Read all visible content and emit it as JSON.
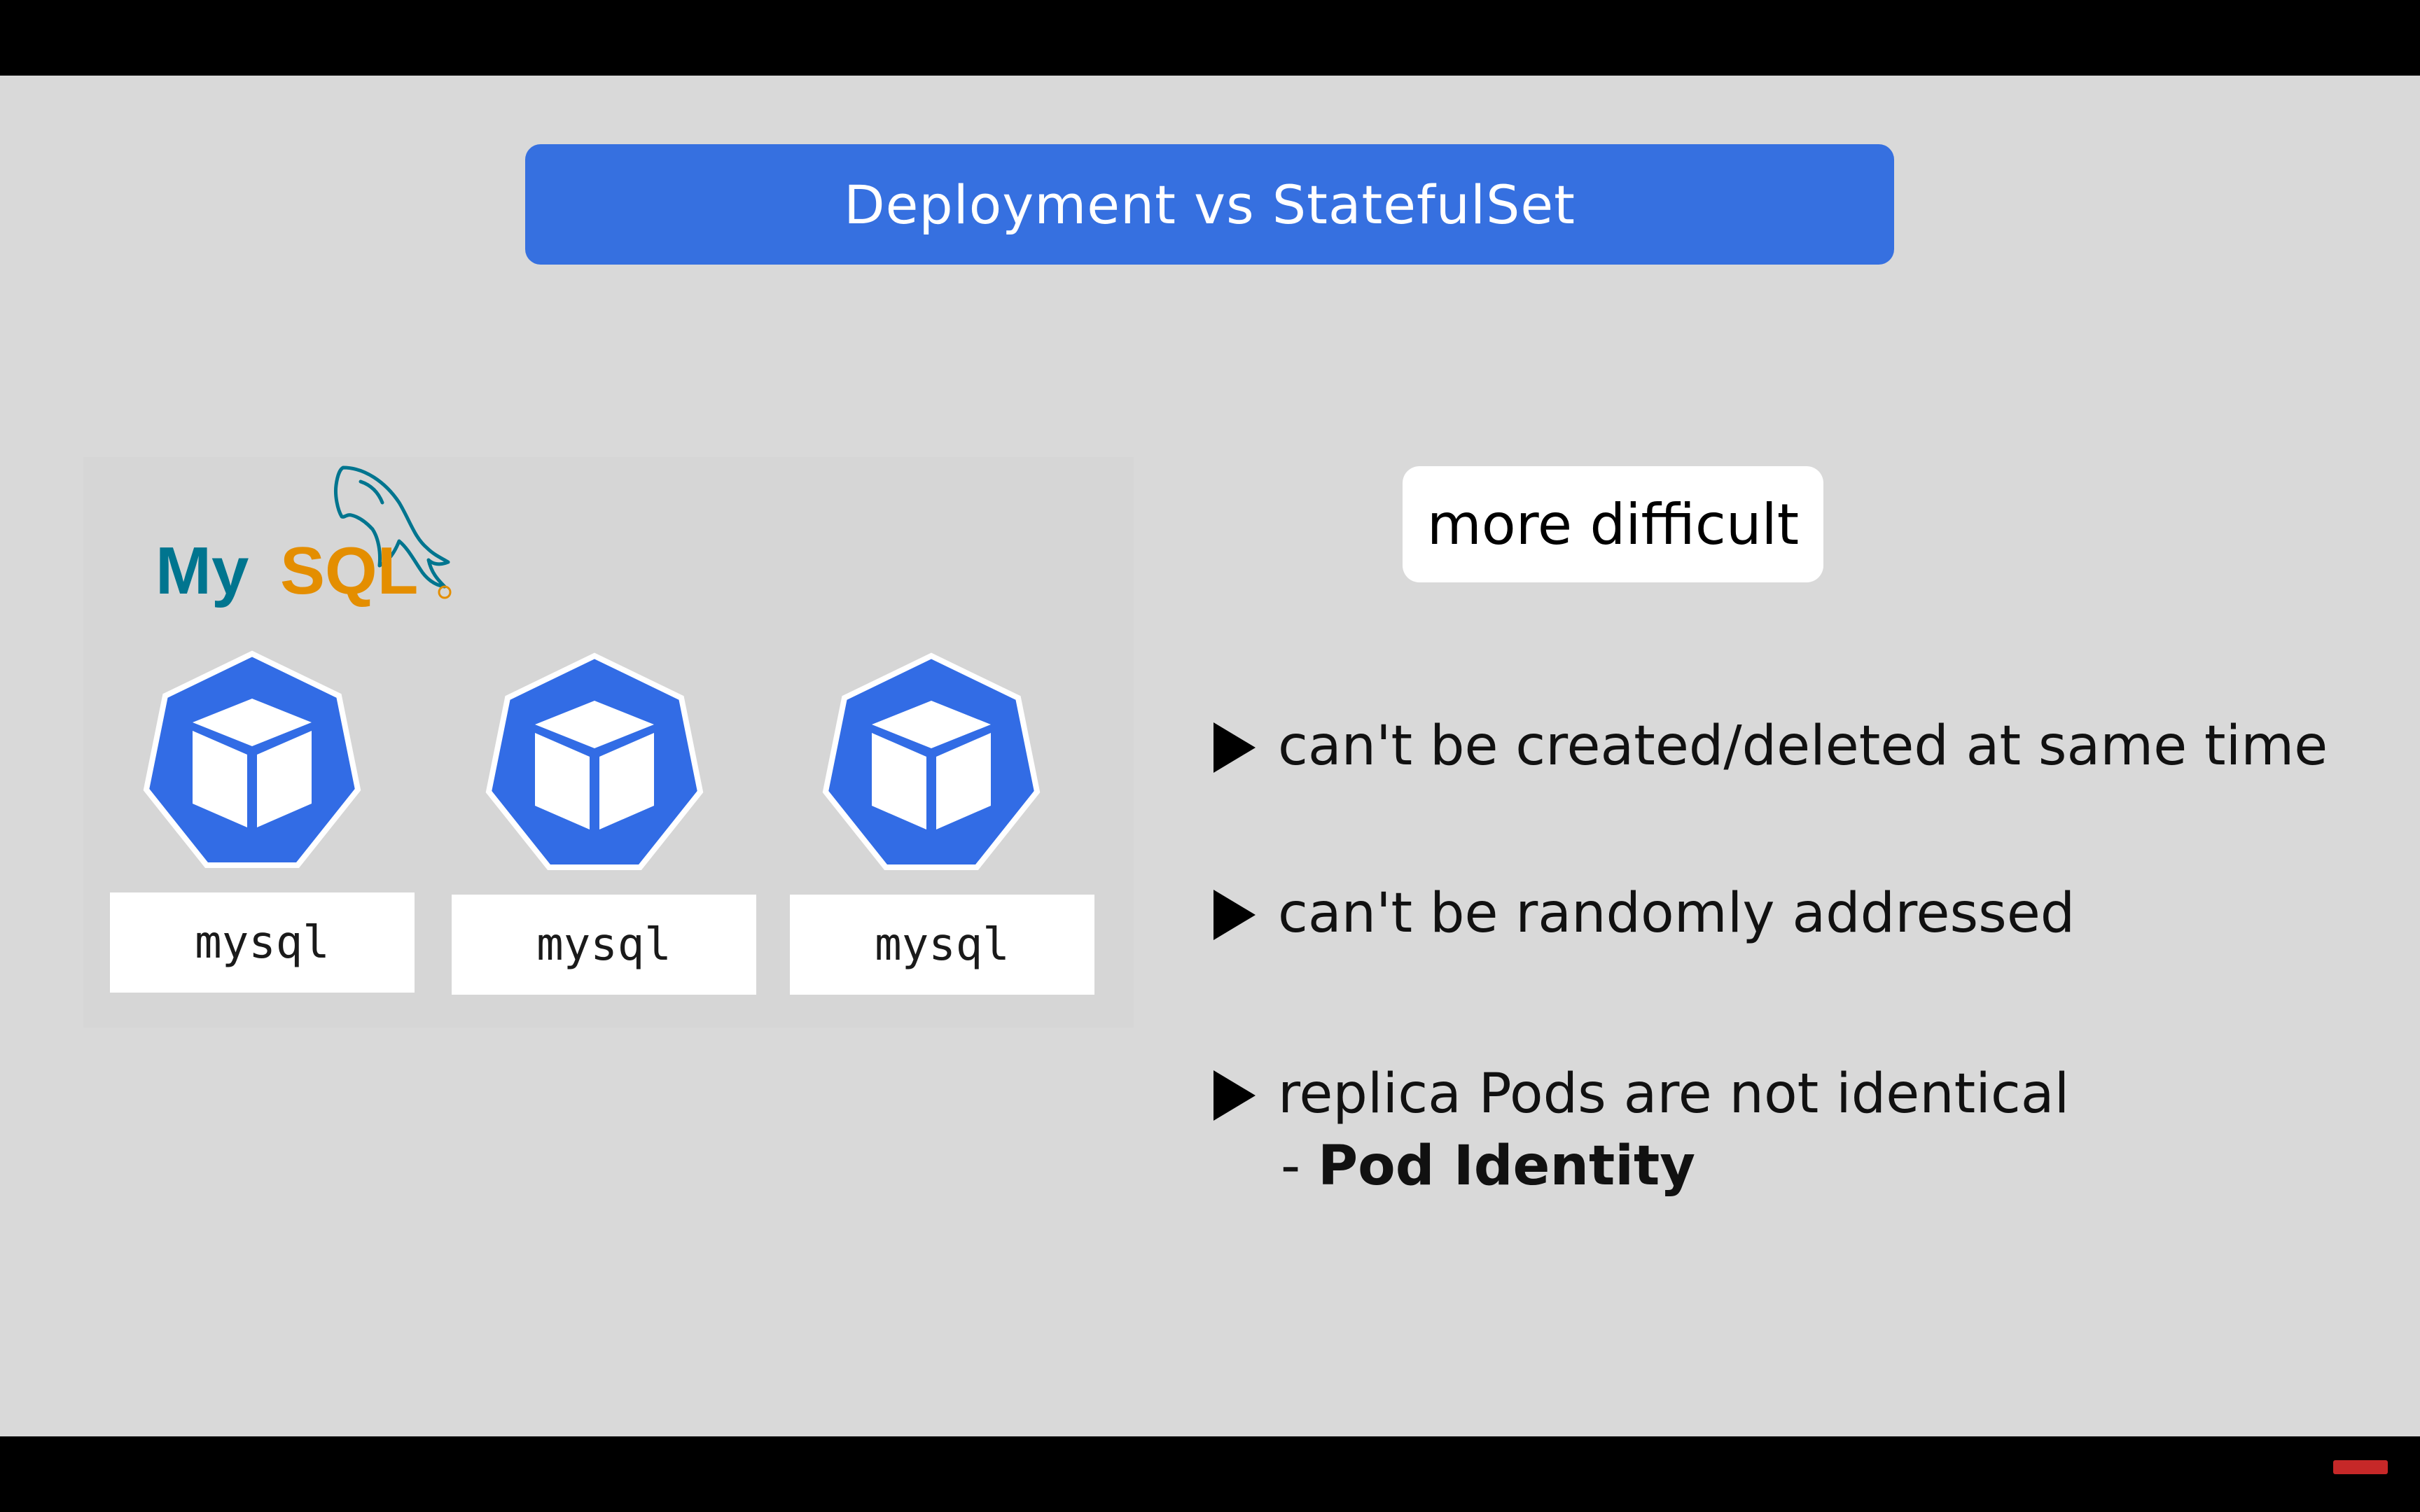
{
  "slide": {
    "title": "Deployment vs StatefulSet",
    "badge": "more difficult",
    "bullets": [
      "can't be created/deleted at same time",
      "can't be randomly addressed",
      "replica Pods are not identical"
    ],
    "sub_prefix": "- ",
    "sub_bold": "Pod Identity"
  },
  "left_panel": {
    "logo_text": "MySQL",
    "pods": [
      {
        "label": "mysql"
      },
      {
        "label": "mysql"
      },
      {
        "label": "mysql"
      }
    ]
  },
  "colors": {
    "background": "#d9d9d9",
    "accent": "#3670e0",
    "mysql_blue": "#00758f",
    "mysql_orange": "#e48e00"
  },
  "icons": [
    "mysql-dolphin-icon",
    "kubernetes-pod-icon",
    "play-arrow-icon"
  ]
}
